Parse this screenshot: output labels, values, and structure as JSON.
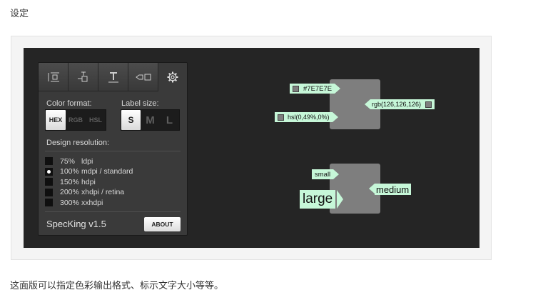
{
  "page": {
    "heading": "设定",
    "caption": "这面版可以指定色彩输出格式、标示文字大小等等。"
  },
  "panel": {
    "toolbar": [
      {
        "icon": "vertical-spacing-icon"
      },
      {
        "icon": "horizontal-spacing-icon"
      },
      {
        "icon": "text-style-icon"
      },
      {
        "icon": "element-size-icon"
      },
      {
        "icon": "gear-icon"
      }
    ],
    "color_format": {
      "label": "Color format:",
      "options": [
        "HEX",
        "RGB",
        "HSL"
      ],
      "selected": "HEX"
    },
    "label_size": {
      "label": "Label size:",
      "options": [
        "S",
        "M",
        "L"
      ],
      "selected": "S"
    },
    "design_resolution": {
      "label": "Design resolution:",
      "items": [
        {
          "pct": "75%",
          "name": "ldpi",
          "selected": false
        },
        {
          "pct": "100%",
          "name": "mdpi / standard",
          "selected": true
        },
        {
          "pct": "150%",
          "name": "hdpi",
          "selected": false
        },
        {
          "pct": "200%",
          "name": "xhdpi / retina",
          "selected": false
        },
        {
          "pct": "300%",
          "name": "xxhdpi",
          "selected": false
        }
      ]
    },
    "app_name": "SpecKing v1.5",
    "about_label": "ABOUT"
  },
  "demo_colors": {
    "hex": "#7E7E7E",
    "rgb": "rgb(126,126,126)",
    "hsl": "hsl(0,49%,0%)",
    "box_color": "#7e7e7e",
    "tag_color": "#c6f7d8"
  },
  "demo_sizes": {
    "small": "small",
    "medium": "medium",
    "large": "large"
  }
}
